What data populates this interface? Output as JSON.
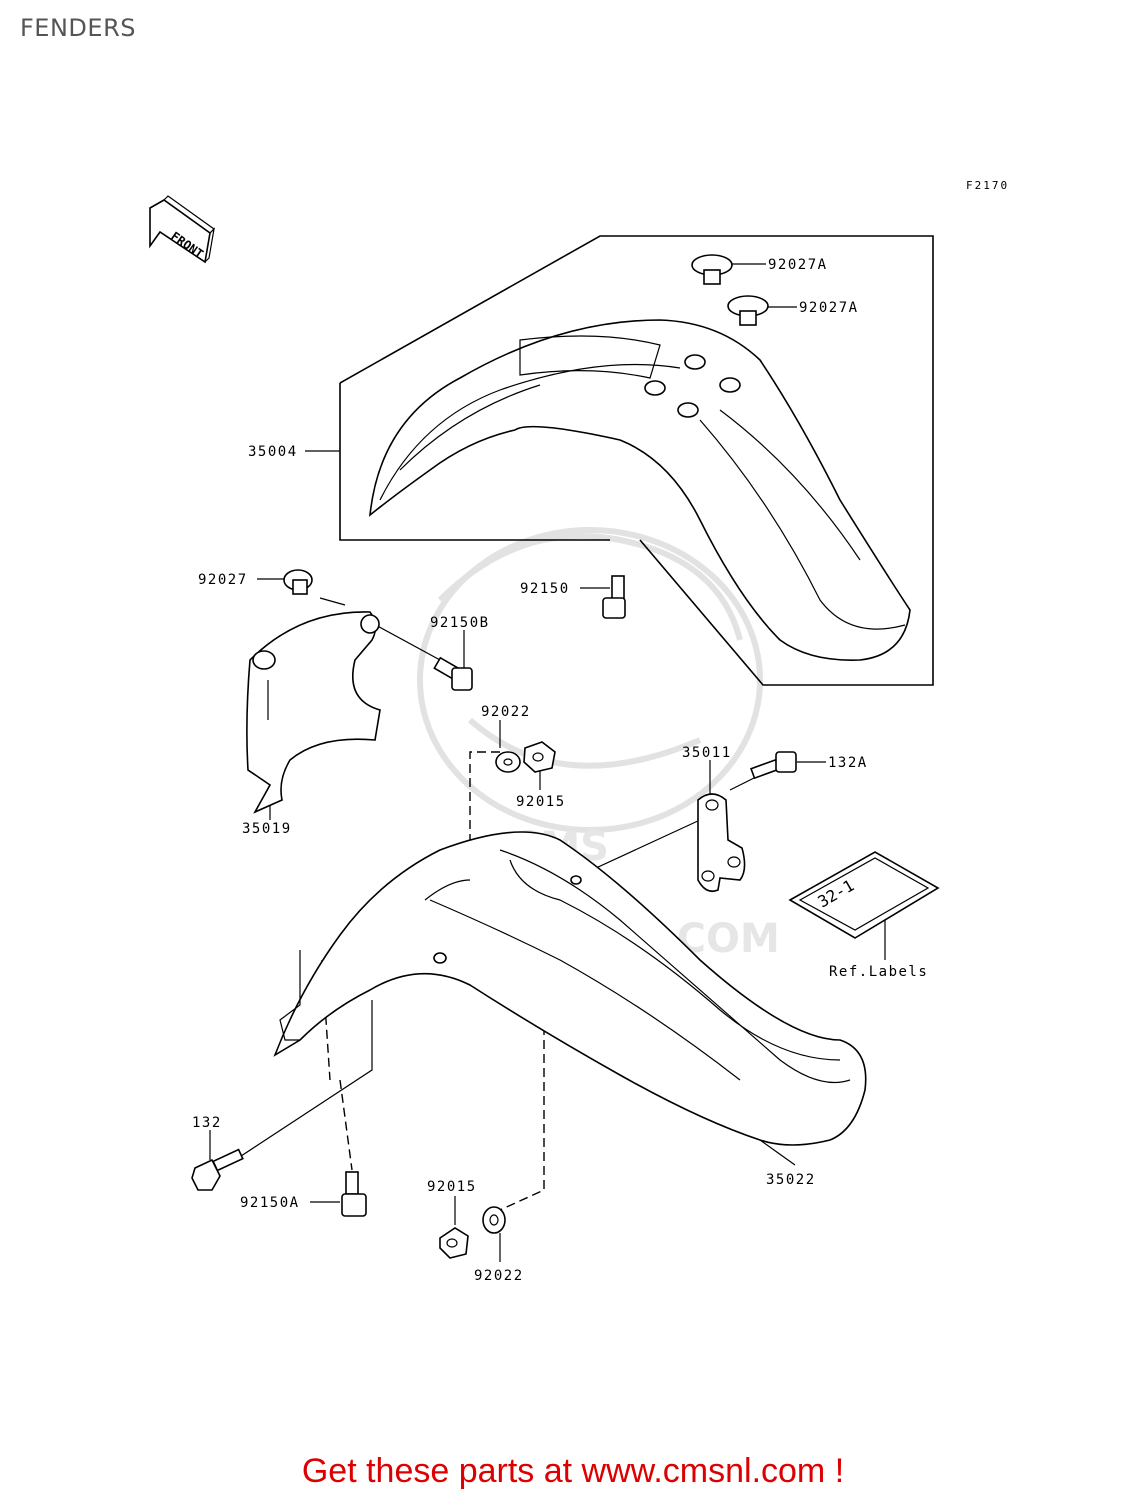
{
  "page": {
    "title": "FENDERS"
  },
  "figure_code": "F2170",
  "direction_label": "FRONT",
  "watermark": "WWW.CMSNL.COM",
  "callouts": {
    "cap_1": "92027A",
    "cap_2": "92027A",
    "front_fender": "35004",
    "grommet": "92027",
    "screw_front": "92150",
    "bolt_flange": "92150B",
    "washer_upper": "92022",
    "nut_upper": "92015",
    "mud_guard": "35019",
    "bracket": "35011",
    "bolt_bracket": "132A",
    "label": "Ref.Labels",
    "bolt_132": "132",
    "rear_fender": "35022",
    "bolt_lower": "92150A",
    "nut_lower": "92015",
    "washer_lower": "92022"
  },
  "label_plate_text": "32-1",
  "promo": "Get these parts at www.cmsnl.com !"
}
